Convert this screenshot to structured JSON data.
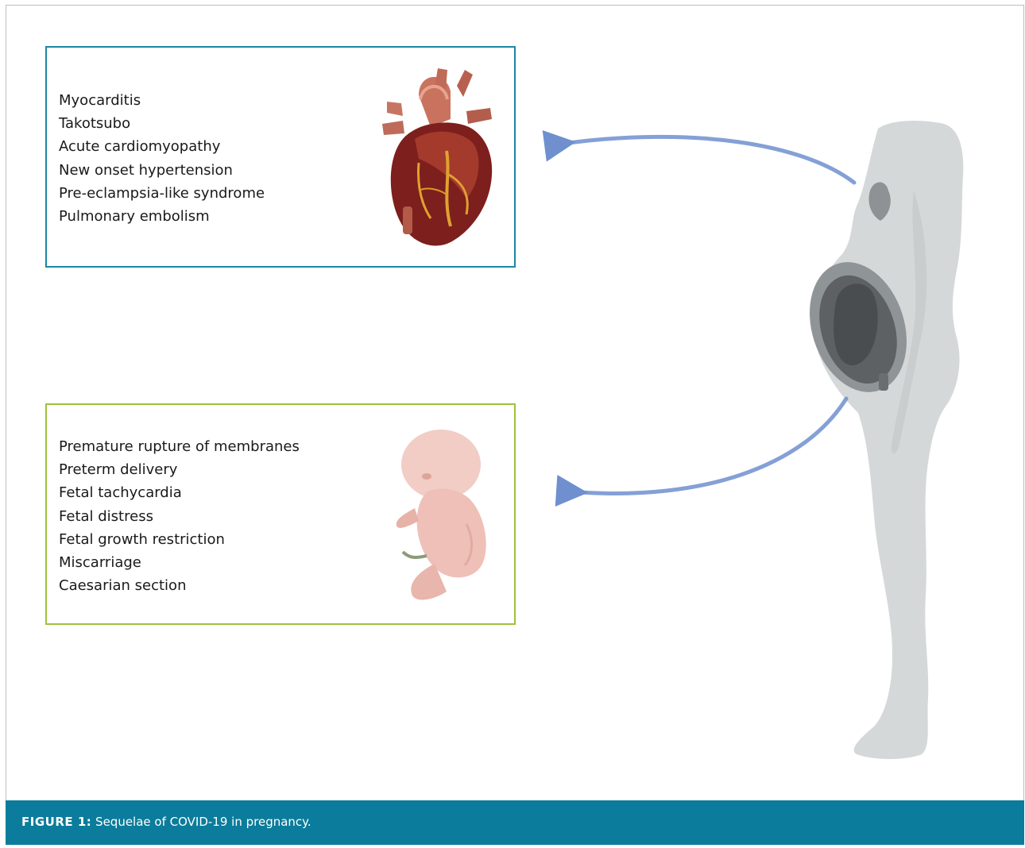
{
  "cardiac_box": {
    "items": [
      "Myocarditis",
      "Takotsubo",
      "Acute cardiomyopathy",
      "New onset hypertension",
      "Pre-eclampsia-like syndrome",
      "Pulmonary embolism"
    ],
    "border_color": "#1d86a4",
    "icon": "heart-icon"
  },
  "fetal_box": {
    "items": [
      "Premature rupture of membranes",
      "Preterm delivery",
      "Fetal tachycardia",
      "Fetal distress",
      "Fetal growth restriction",
      "Miscarriage",
      "Caesarian section"
    ],
    "border_color": "#9dc23c",
    "icon": "fetus-icon"
  },
  "figure": {
    "icon": "pregnant-woman-silhouette",
    "arrow_color": "#6f8fcf"
  },
  "caption": {
    "label": "FIGURE 1:",
    "text": " Sequelae of COVID-19 in pregnancy.",
    "background": "#0b7c9b"
  }
}
